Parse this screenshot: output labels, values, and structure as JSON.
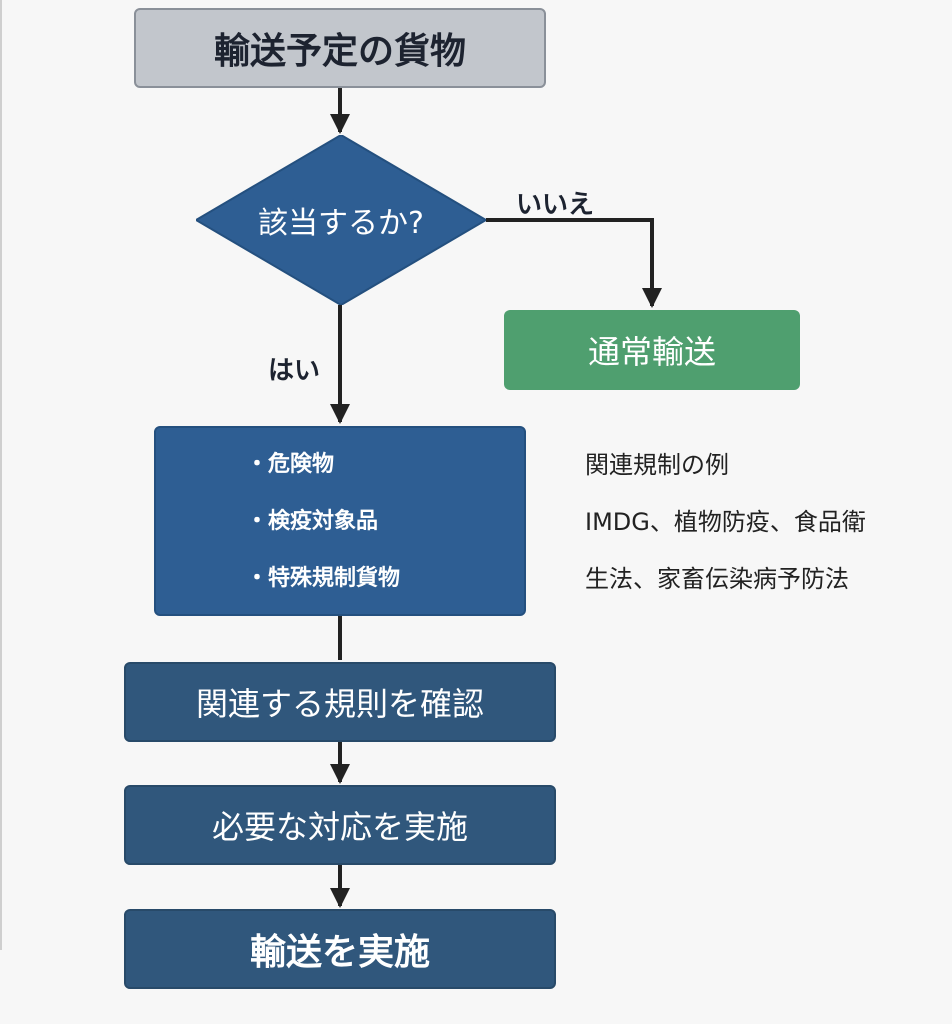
{
  "nodes": {
    "start": "輸送予定の貨物",
    "decision": "該当するか?",
    "normal": "通常輸送",
    "categories": [
      "・危険物",
      "・検疫対象品",
      "・特殊規制貨物"
    ],
    "check_rules": "関連する規則を確認",
    "take_action": "必要な対応を実施",
    "transport": "輸送を実施"
  },
  "edges": {
    "no": "いいえ",
    "yes": "はい"
  },
  "note": {
    "title": "関連規制の例",
    "lines": [
      "IMDG、植物防疫、食品衛",
      "生法、家畜伝染病予防法"
    ]
  },
  "colors": {
    "start_fill": "#c2c6cc",
    "decision_fill": "#2e5e93",
    "normal_fill": "#4f9f6f",
    "category_fill": "#2e5e93",
    "step_fill": "#30577c",
    "arrow": "#222222"
  }
}
